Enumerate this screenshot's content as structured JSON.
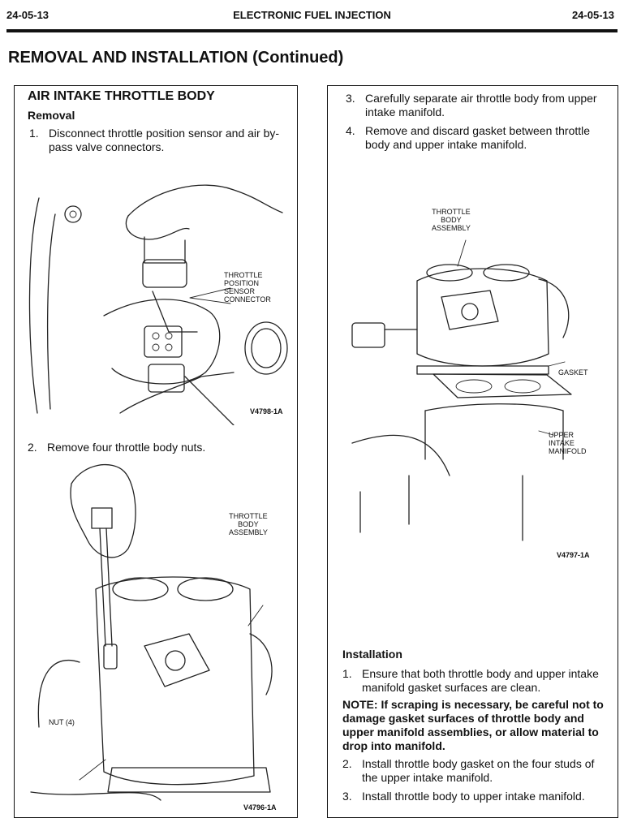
{
  "header": {
    "page_left": "24-05-13",
    "title": "ELECTRONIC FUEL INJECTION",
    "page_right": "24-05-13"
  },
  "section_title": "REMOVAL AND INSTALLATION (Continued)",
  "left": {
    "heading": "AIR INTAKE THROTTLE BODY",
    "subheading": "Removal",
    "step1_num": "1.",
    "step1_text": "Disconnect throttle position sensor and air by-pass valve connectors.",
    "fig1": {
      "label_lines": [
        "THROTTLE",
        "POSITION",
        "SENSOR",
        "CONNECTOR"
      ],
      "code": "V4798-1A"
    },
    "step2_num": "2.",
    "step2_text": "Remove four throttle body nuts.",
    "fig2": {
      "label_lines": [
        "THROTTLE",
        "BODY",
        "ASSEMBLY"
      ],
      "nut_label": "NUT (4)",
      "code": "V4796-1A"
    }
  },
  "right": {
    "step3_num": "3.",
    "step3_text": "Carefully separate air throttle body from upper intake manifold.",
    "step4_num": "4.",
    "step4_text": "Remove and discard gasket between throttle body and upper intake manifold.",
    "fig3": {
      "label_lines": [
        "THROTTLE",
        "BODY",
        "ASSEMBLY"
      ],
      "gasket": "GASKET",
      "manifold_lines": [
        "UPPER",
        "INTAKE",
        "MANIFOLD"
      ],
      "code": "V4797-1A"
    },
    "installation_heading": "Installation",
    "inst1_num": "1.",
    "inst1_text": "Ensure that both throttle body and upper intake manifold gasket surfaces are clean.",
    "note": "NOTE: If scraping is necessary, be careful not to damage gasket surfaces of throttle body and upper manifold assemblies, or allow material to drop into manifold.",
    "inst2_num": "2.",
    "inst2_text": "Install throttle body gasket on the four studs of the upper intake manifold.",
    "inst3_num": "3.",
    "inst3_text": "Install throttle body to upper intake manifold."
  }
}
